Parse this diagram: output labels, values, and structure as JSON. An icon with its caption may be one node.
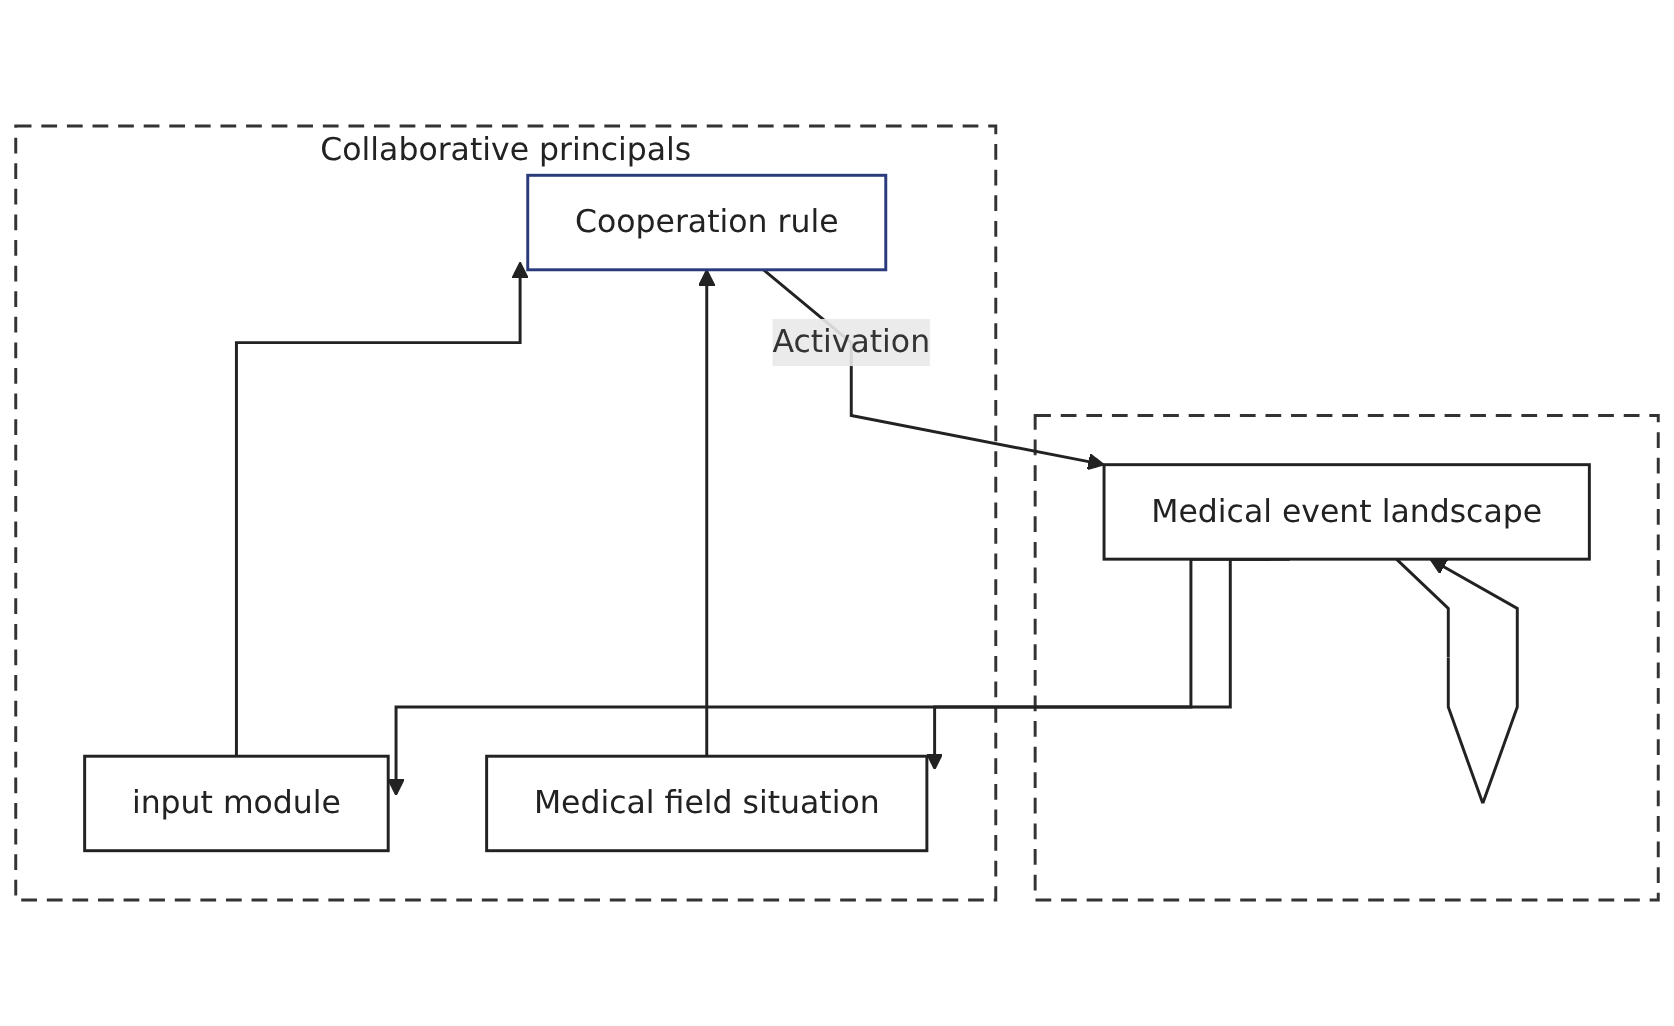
{
  "diagram": {
    "nodes": [
      {
        "text": [
          "Collaborative principals"
        ]
      },
      {
        "text": [
          "Cooperation rule"
        ],
        "in": 0
      },
      {
        "text": [
          "input module"
        ],
        "in": 0
      },
      {
        "text": [
          "Medical field situation"
        ],
        "in": 0
      },
      {
        "text": [],
        "shape": "box"
      },
      {
        "text": [
          "Medical event landscape"
        ],
        "in": 4
      }
    ],
    "edges": [
      {
        "from": 2,
        "to": 1,
        "arrow": "to"
      },
      {
        "from": 3,
        "to": 1,
        "arrow": "to"
      },
      {
        "from": 1,
        "to": 5,
        "arrow": "to",
        "label": "Activation"
      },
      {
        "from": 5,
        "to": 2,
        "arrow": "to"
      },
      {
        "from": 5,
        "to": 3,
        "arrow": "to"
      },
      {
        "from": 5,
        "to": 5,
        "arrow": "to"
      }
    ]
  }
}
